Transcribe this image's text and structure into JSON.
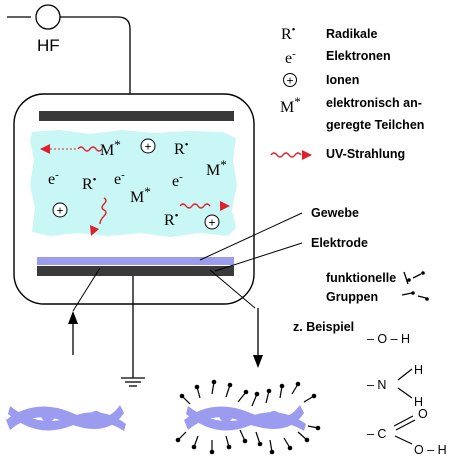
{
  "power": {
    "label": "HF"
  },
  "legend": [
    {
      "symbol": "R",
      "sup": "•",
      "label": "Radikale"
    },
    {
      "symbol": "e",
      "sup": "-",
      "label": "Elektronen"
    },
    {
      "symbol": "+",
      "sup": "",
      "label": "Ionen"
    },
    {
      "symbol": "M",
      "sup": "*",
      "label_line1": "elektronisch an-",
      "label_line2": "geregte Teilchen"
    },
    {
      "symbol": "wave",
      "label": "UV-Strahlung"
    }
  ],
  "plasma_species": [
    {
      "base": "M",
      "sup": "*"
    },
    {
      "base": "+",
      "sup": ""
    },
    {
      "base": "R",
      "sup": "•"
    },
    {
      "base": "e",
      "sup": "-"
    },
    {
      "base": "R",
      "sup": "•"
    },
    {
      "base": "e",
      "sup": "-"
    },
    {
      "base": "e",
      "sup": "-"
    },
    {
      "base": "M",
      "sup": "*"
    },
    {
      "base": "M",
      "sup": "*"
    },
    {
      "base": "+",
      "sup": ""
    },
    {
      "base": "R",
      "sup": "•"
    },
    {
      "base": "+",
      "sup": ""
    }
  ],
  "labels": {
    "fabric": "Gewebe",
    "electrode": "Elektrode",
    "functional_groups_line1": "funktionelle",
    "functional_groups_line2": "Gruppen",
    "example": "z. Beispiel"
  },
  "groups": {
    "hydroxyl": "– O – H",
    "amine_n": "– N",
    "amine_h1": "H",
    "amine_h2": "H",
    "carboxyl_c": "– C",
    "carboxyl_o1": "O",
    "carboxyl_o2": "O – H"
  },
  "colors": {
    "plasma": "#c8f7f5",
    "fabric": "#9b9bf0",
    "electrode": "#3a3a3a",
    "uv": "#e0202a"
  }
}
